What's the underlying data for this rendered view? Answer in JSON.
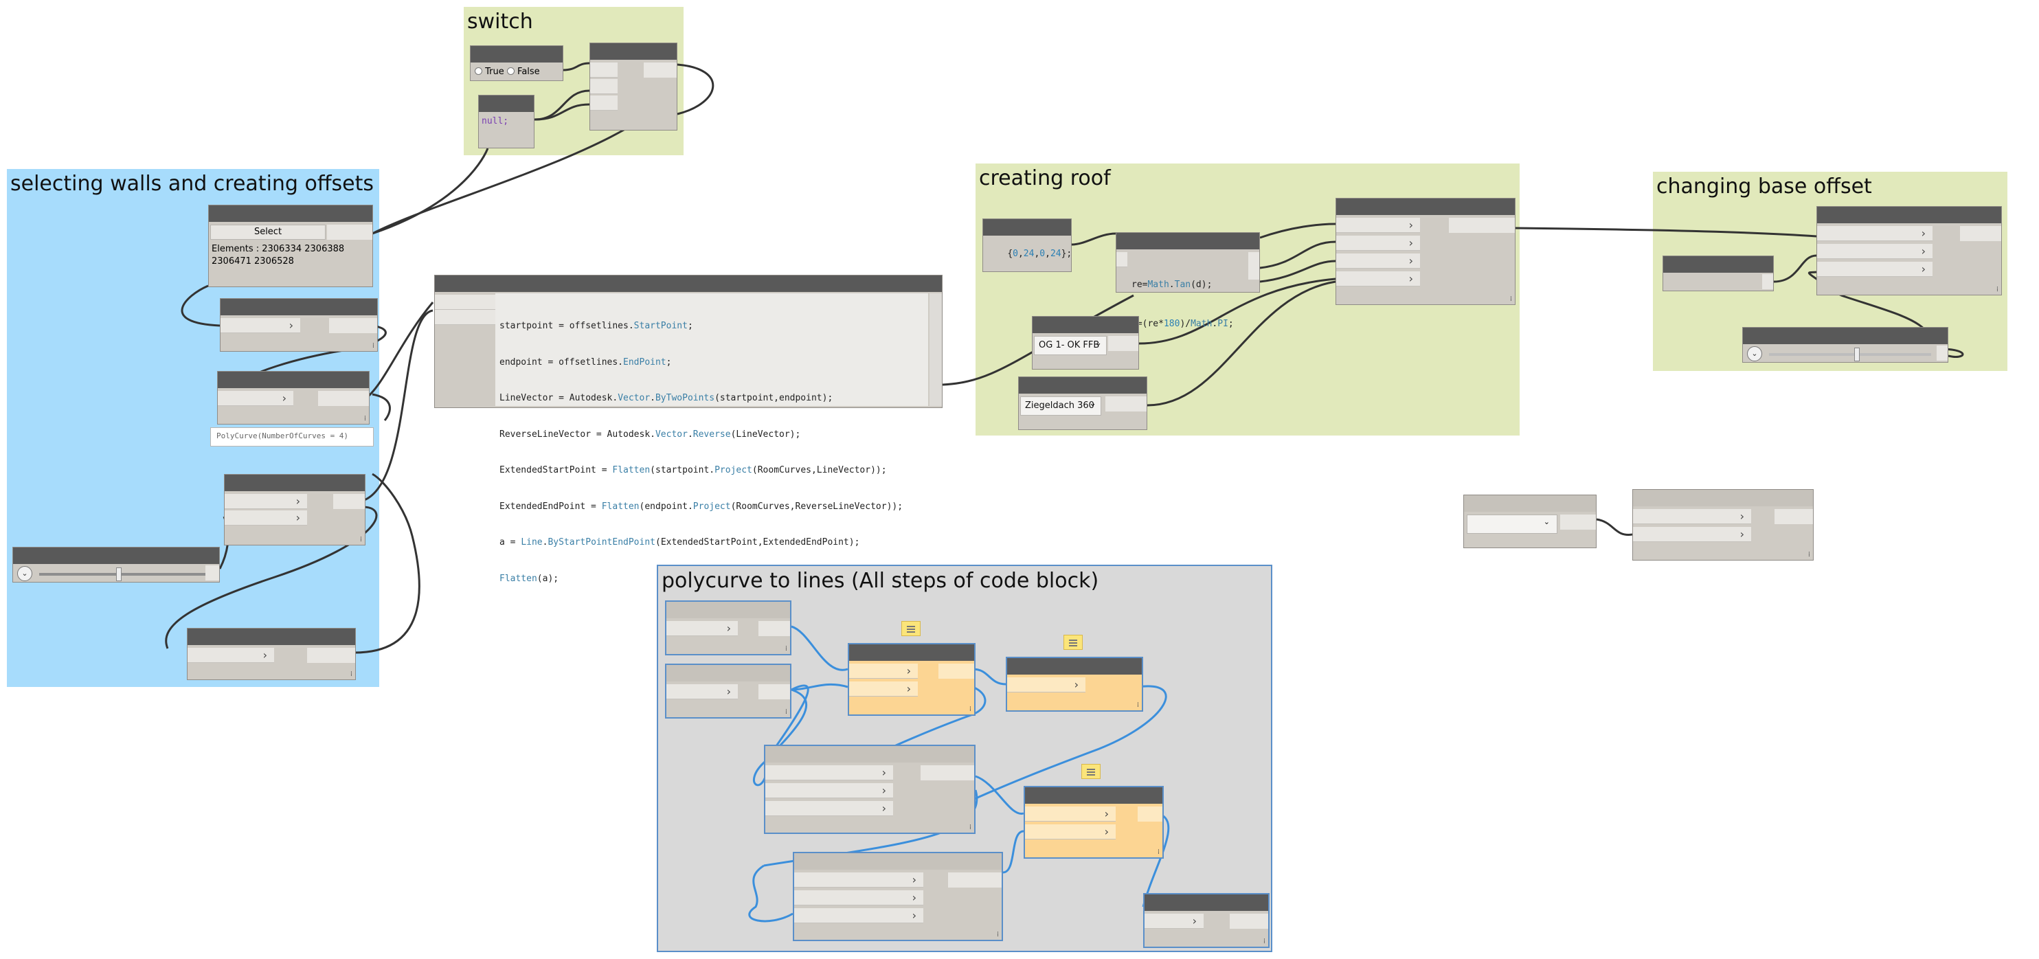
{
  "groups": {
    "switch": {
      "title": "switch",
      "color": "#e1e9bb"
    },
    "walls": {
      "title": "selecting walls and creating offsets",
      "color": "#a7dcfc"
    },
    "roof": {
      "title": "creating roof",
      "color": "#e1e9bb"
    },
    "base": {
      "title": "changing base offset",
      "color": "#e1e9bb"
    },
    "poly": {
      "title": "polycurve to lines (All steps of code block)",
      "color": "#d9d9d9"
    }
  },
  "switch": {
    "radio_true": "True",
    "radio_false": "False",
    "null_code": "null;"
  },
  "walls": {
    "select_button": "Select",
    "elements_text_line1": "Elements : 2306334 2306388",
    "elements_text_line2": "2306471 2306528",
    "watch_text": "PolyCurve(NumberOfCurves = 4)"
  },
  "codeblock": {
    "lines": [
      {
        "a": "startpoint = offsetlines.",
        "b": "StartPoint",
        "c": ";"
      },
      {
        "a": "endpoint = offsetlines.",
        "b": "EndPoint",
        "c": ";"
      },
      {
        "a": "LineVector = Autodesk.",
        "b": "Vector",
        "c": ".",
        "d": "ByTwoPoints",
        "e": "(startpoint,endpoint);"
      },
      {
        "a": "ReverseLineVector = Autodesk.",
        "b": "Vector",
        "c": ".",
        "d": "Reverse",
        "e": "(LineVector);"
      },
      {
        "a": "ExtendedStartPoint = ",
        "b": "Flatten",
        "c": "(startpoint.",
        "d": "Project",
        "e": "(RoomCurves,LineVector));"
      },
      {
        "a": "ExtendedEndPoint = ",
        "b": "Flatten",
        "c": "(endpoint.",
        "d": "Project",
        "e": "(RoomCurves,ReverseLineVector));"
      },
      {
        "a": "a = ",
        "b": "Line",
        "c": ".",
        "d": "ByStartPointEndPoint",
        "e": "(ExtendedStartPoint,ExtendedEndPoint);"
      },
      {
        "a": "",
        "b": "Flatten",
        "c": "(a);",
        "d": "",
        "e": ""
      }
    ]
  },
  "roof": {
    "list_code_open": "{",
    "list_code_n1": "0",
    "list_code_n2": "24",
    "list_code_n3": "0",
    "list_code_n4": "24",
    "list_code_close": "};",
    "formula1_a": "re=",
    "formula1_b": "Math",
    "formula1_c": ".",
    "formula1_d": "Tan",
    "formula1_e": "(d);",
    "formula2_a": "m=(re*",
    "formula2_b": "180",
    "formula2_c": ")/",
    "formula2_d": "Math",
    "formula2_e": ".",
    "formula2_f": "PI",
    "formula2_g": ";",
    "level_dropdown": "OG 1- OK FFB",
    "rooftype_dropdown": "Ziegeldach 360"
  },
  "icons": {
    "arrow": "chevron-right-icon",
    "dropdown": "chevron-down-icon",
    "note": "note-icon"
  },
  "glyphs": {
    "chevron": "›",
    "down": "⌄",
    "lacing": "⁞",
    "circle_down": "⌄"
  },
  "colors": {
    "wire_dark": "#333333",
    "wire_blue": "#3b8fdc",
    "node_header": "#595959",
    "node_body": "#cfcbc4",
    "node_yellow": "#fcd593"
  }
}
